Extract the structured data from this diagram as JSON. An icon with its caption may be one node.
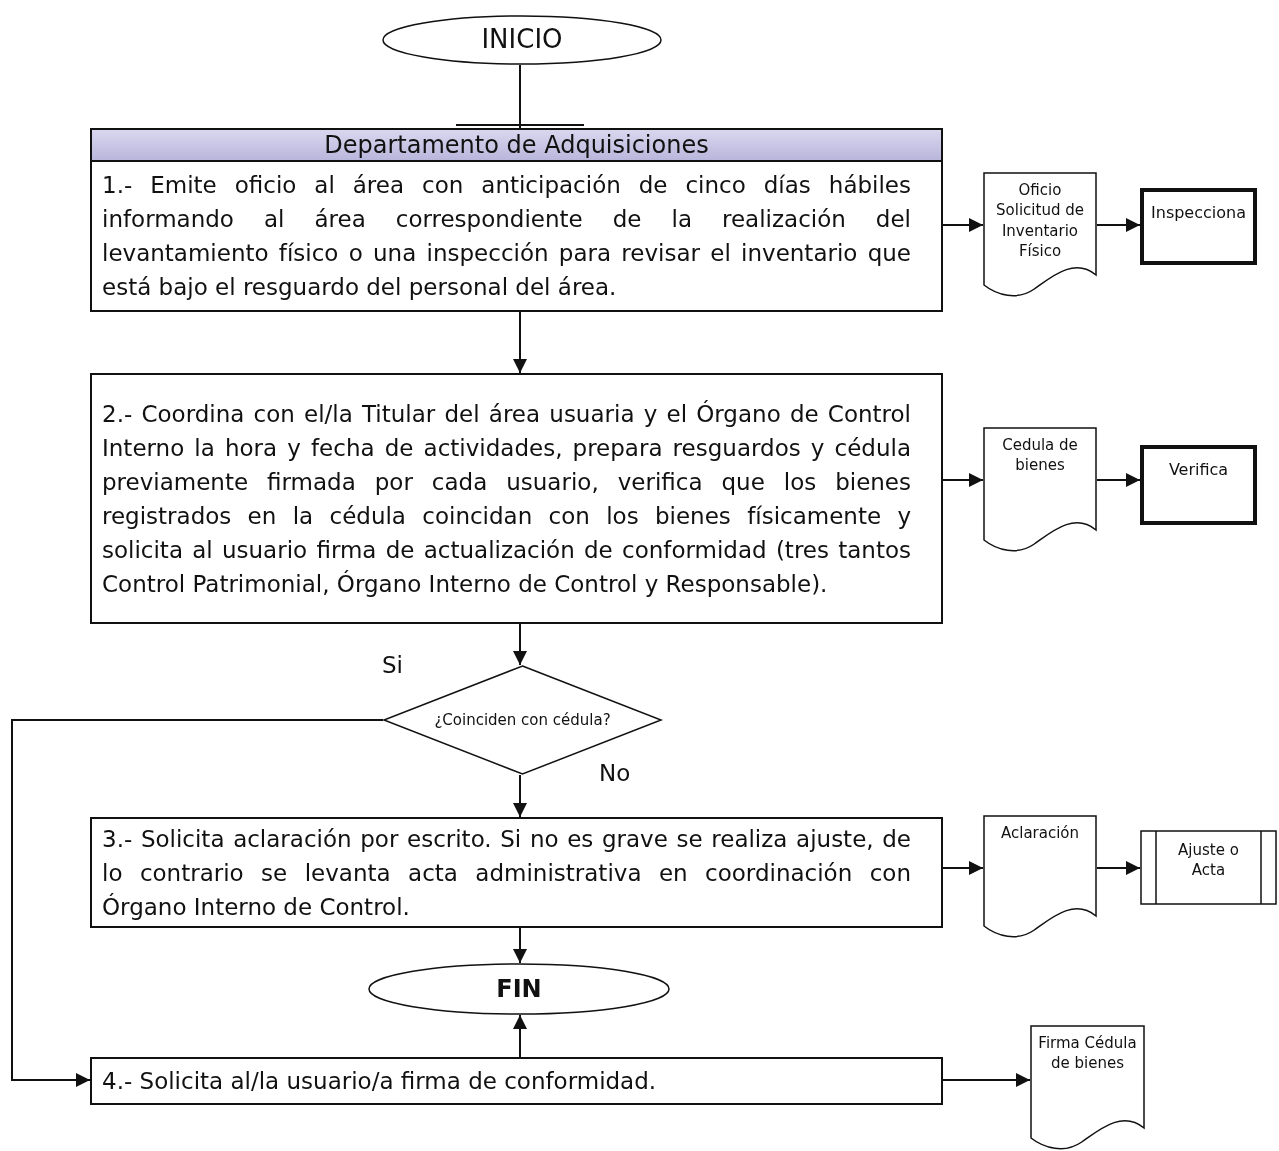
{
  "diagram": {
    "nodes": [
      {
        "text": [
          "INICIO"
        ]
      },
      {
        "text": [
          "Departamento de Adquisiciones",
          "1.- Emite oficio al área con anticipación de cinco días hábiles informando al área correspondiente de la realización del levantamiento físico o una inspección para revisar el inventario que está bajo el resguardo del personal del área."
        ]
      },
      {
        "text": [
          "Oficio Solicitud de Inventario Físico"
        ]
      },
      {
        "text": [
          "Inspecciona"
        ]
      },
      {
        "text": [
          "2.- Coordina con el/la Titular del área usuaria y el Órgano de Control Interno la hora y fecha de actividades, prepara resguardos y cédula previamente firmada por cada usuario, verifica que los bienes registrados en la cédula coincidan con los bienes físicamente y solicita al usuario firma de actualización de conformidad (tres tantos Control Patrimonial, Órgano Interno de Control y Responsable)."
        ]
      },
      {
        "text": [
          "Cedula de bienes"
        ]
      },
      {
        "text": [
          "Verifica"
        ]
      },
      {
        "text": [
          "¿Coinciden con cédula?"
        ]
      },
      {
        "text": [
          "3.- Solicita aclaración por escrito. Si no es grave se realiza ajuste, de lo contrario se levanta acta administrativa en coordinación con Órgano Interno de Control."
        ]
      },
      {
        "text": [
          "Aclaración"
        ]
      },
      {
        "text": [
          "Ajuste o Acta"
        ]
      },
      {
        "text": [
          "FIN"
        ]
      },
      {
        "text": [
          "4.- Solicita al/la usuario/a firma de conformidad."
        ]
      },
      {
        "text": [
          "Firma Cédula de bienes"
        ]
      }
    ],
    "edges": [
      {
        "from": 0,
        "to": 1,
        "arrow": "other"
      },
      {
        "from": 1,
        "to": 2,
        "arrow": "to"
      },
      {
        "from": 2,
        "to": 3,
        "arrow": "to"
      },
      {
        "from": 1,
        "to": 4,
        "arrow": "to"
      },
      {
        "from": 4,
        "to": 5,
        "arrow": "to"
      },
      {
        "from": 5,
        "to": 6,
        "arrow": "to"
      },
      {
        "from": 4,
        "to": 7,
        "arrow": "to"
      },
      {
        "from": 7,
        "to": 12,
        "arrow": "to",
        "label": "Si"
      },
      {
        "from": 7,
        "to": 8,
        "arrow": "to",
        "label": "No"
      },
      {
        "from": 8,
        "to": 9,
        "arrow": "to"
      },
      {
        "from": 9,
        "to": 10,
        "arrow": "to"
      },
      {
        "from": 8,
        "to": 11,
        "arrow": "to"
      },
      {
        "from": 12,
        "to": 11,
        "arrow": "to"
      },
      {
        "from": 12,
        "to": 13,
        "arrow": "to"
      }
    ]
  }
}
